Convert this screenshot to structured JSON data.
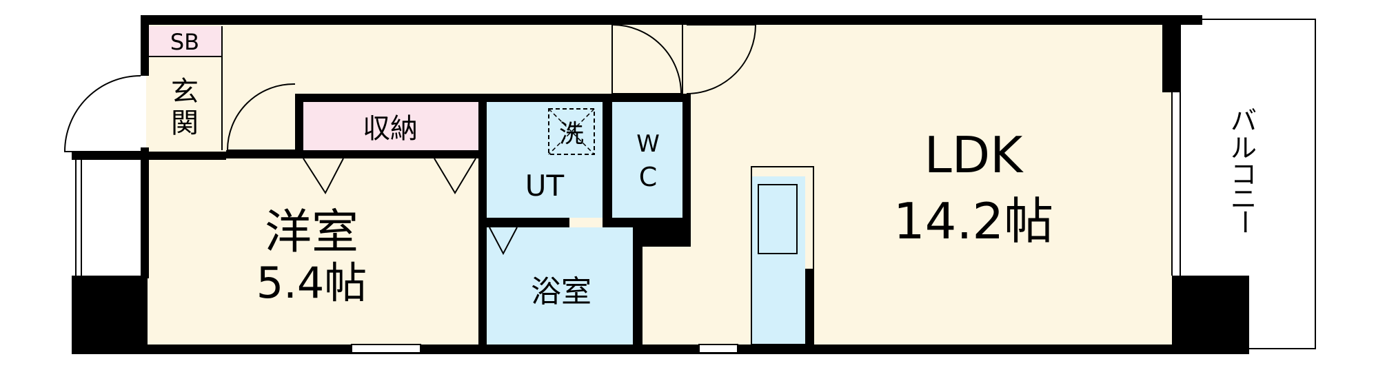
{
  "colors": {
    "floor": "#fdf6e2",
    "wet_area": "#d3f0fb",
    "storage": "#fbe4ec",
    "wall": "#000000",
    "background": "#ffffff"
  },
  "rooms": {
    "sb": "SB",
    "entrance": [
      "玄",
      "関"
    ],
    "storage": "収納",
    "washer": "洗",
    "ut": "UT",
    "wc": [
      "W",
      "C"
    ],
    "bath": "浴室",
    "western": {
      "name": "洋室",
      "size": "5.4帖"
    },
    "ldk": {
      "name": "LDK",
      "size": "14.2帖"
    },
    "balcony": [
      "バ",
      "ル",
      "コ",
      "ニ",
      "ー"
    ]
  }
}
